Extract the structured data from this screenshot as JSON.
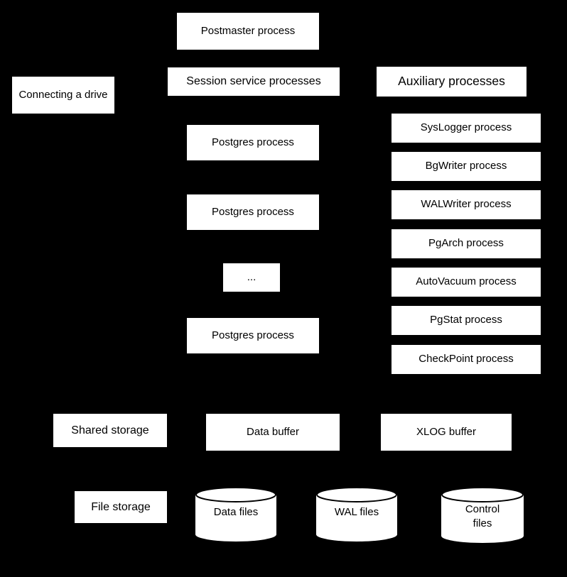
{
  "diagram": {
    "postmaster_label": "Postmaster process",
    "connecting_drive_label": "Connecting a drive",
    "session_header_label": "Session service processes",
    "auxiliary_header_label": "Auxiliary processes",
    "postgres_labels": [
      "Postgres process",
      "Postgres process",
      "Postgres process"
    ],
    "ellipsis_label": "...",
    "auxiliary_processes": [
      "SysLogger process",
      "BgWriter process",
      "WALWriter process",
      "PgArch process",
      "AutoVacuum process",
      "PgStat process",
      "CheckPoint process"
    ],
    "shared_storage_label": "Shared storage",
    "data_buffer_label": "Data buffer",
    "xlog_buffer_label": "XLOG buffer",
    "file_storage_label": "File storage",
    "cylinders": [
      "Data files",
      "WAL files",
      "Control files"
    ],
    "colors": {
      "background": "#000000",
      "box_fill": "#ffffff",
      "text": "#000000"
    }
  }
}
